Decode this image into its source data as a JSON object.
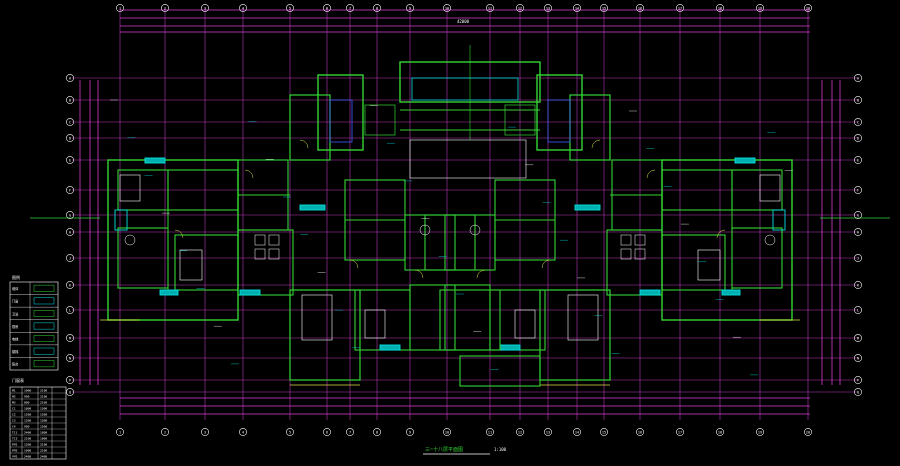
{
  "drawing": {
    "title": "三~十八层平面图",
    "scale_note": "1:100",
    "top_dimension": "42000",
    "colors": {
      "background": "#000000",
      "wall": "#33d533",
      "wall_alt": "#2fbf2f",
      "dimension": "#d83fd8",
      "axis": "#ff3030",
      "text_white": "#ffffff",
      "cyan": "#00e0e0",
      "yellow": "#e0e040",
      "blue": "#4060ff"
    },
    "axes_top": [
      "1",
      "2",
      "3",
      "4",
      "5",
      "6",
      "7",
      "8",
      "9",
      "10",
      "11",
      "12",
      "13",
      "14",
      "15",
      "16",
      "17",
      "18",
      "19",
      "20"
    ],
    "axes_left": [
      "A",
      "B",
      "C",
      "D",
      "E",
      "F",
      "G",
      "H",
      "J",
      "K",
      "L",
      "M",
      "N",
      "P",
      "Q"
    ],
    "axes_right": [
      "A",
      "B",
      "C",
      "D",
      "E",
      "F",
      "G",
      "H",
      "J",
      "K",
      "L",
      "M",
      "N",
      "P",
      "Q"
    ],
    "axes_bottom": [
      "1",
      "2",
      "3",
      "4",
      "5",
      "6",
      "7",
      "8",
      "9",
      "10",
      "11",
      "12",
      "13",
      "14",
      "15",
      "16",
      "17",
      "18",
      "19",
      "20"
    ],
    "legend": {
      "header": "图例",
      "rows": [
        "墙体",
        "门窗",
        "卫浴",
        "厨房",
        "电梯",
        "楼梯",
        "阳台"
      ]
    },
    "schedule": {
      "header": "门窗表",
      "rows": [
        [
          "M1",
          "1000",
          "2100"
        ],
        [
          "M2",
          "900",
          "2100"
        ],
        [
          "M3",
          "800",
          "2100"
        ],
        [
          "C1",
          "1800",
          "1500"
        ],
        [
          "C2",
          "1500",
          "1500"
        ],
        [
          "C3",
          "1200",
          "1500"
        ],
        [
          "C4",
          "900",
          "1500"
        ],
        [
          "TC1",
          "2400",
          "1800"
        ],
        [
          "TC2",
          "2100",
          "1800"
        ],
        [
          "FM1",
          "1200",
          "2100"
        ],
        [
          "FM2",
          "1000",
          "2100"
        ],
        [
          "YM1",
          "2400",
          "2400"
        ]
      ]
    }
  }
}
